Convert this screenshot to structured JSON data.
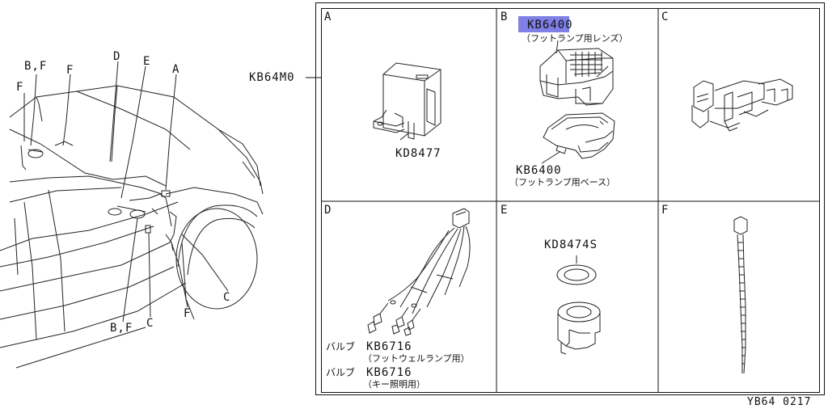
{
  "car_callouts": {
    "bf_top": "B,F",
    "f_left": "F",
    "f_mid": "F",
    "d": "D",
    "e": "E",
    "a": "A",
    "c_right": "C",
    "f_bottom": "F",
    "bf_bottom": "B,F",
    "c_bottom": "C"
  },
  "assembly_code": "KB64M0",
  "cells": {
    "a": {
      "letter": "A",
      "part": "KD8477"
    },
    "b": {
      "letter": "B",
      "part_top": "KB6400",
      "note_top": "（フットランプ用レンズ）",
      "part_bottom": "KB6400",
      "note_bottom": "（フットランプ用ベース）"
    },
    "c": {
      "letter": "C"
    },
    "d": {
      "letter": "D",
      "bulb1_label": "バルブ",
      "bulb1_part": "KB6716",
      "bulb1_note": "（フットウェルランプ用）",
      "bulb2_label": "バルブ",
      "bulb2_part": "KB6716",
      "bulb2_note": "（キー照明用）"
    },
    "e": {
      "letter": "E",
      "part": "KD8474S"
    },
    "f": {
      "letter": "F"
    }
  },
  "footer_code": "YB64 0217"
}
